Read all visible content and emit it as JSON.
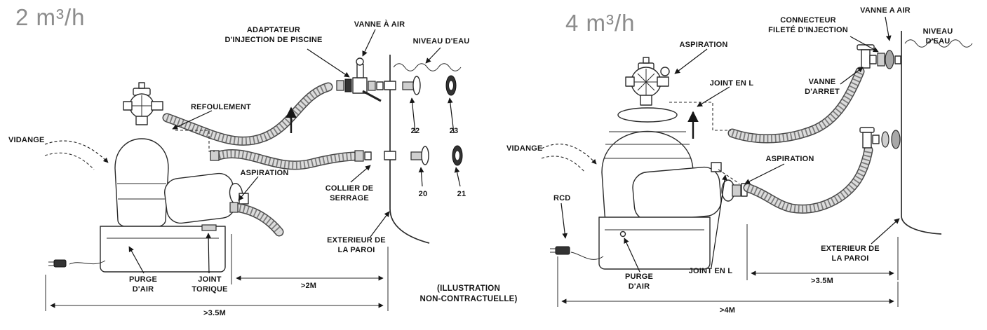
{
  "colors": {
    "ink": "#161616",
    "title_gray": "#8c8c8c",
    "hose_gray": "#dcdcdc",
    "background": "#ffffff"
  },
  "left_diagram": {
    "title": "2 m³/h",
    "labels": {
      "adaptateur": "ADAPTATEUR\nD'INJECTION DE PISCINE",
      "vanne_a_air": "VANNE À AIR",
      "niveau_eau": "NIVEAU D'EAU",
      "refoulement": "REFOULEMENT",
      "vidange": "VIDANGE",
      "aspiration": "ASPIRATION",
      "collier_de_serrage": "COLLIER DE\nSERRAGE",
      "part_22": "22",
      "part_23": "23",
      "part_20": "20",
      "part_21": "21",
      "exterieur_paroi": "EXTERIEUR DE\nLA PAROI",
      "purge_air": "PURGE\nD'AIR",
      "joint_torique": "JOINT\nTORIQUE",
      "dim_2m": ">2M",
      "dim_3_5m": ">3.5M",
      "illustration_note": "(ILLUSTRATION\nNON-CONTRACTUELLE)"
    }
  },
  "right_diagram": {
    "title": "4 m³/h",
    "labels": {
      "connecteur_filete": "CONNECTEUR\nFILETÉ D'INJECTION",
      "vanne_a_air": "VANNE A AIR",
      "niveau_eau": "NIVEAU D'EAU",
      "aspiration_haut": "ASPIRATION",
      "joint_en_l_haut": "JOINT EN L",
      "vanne_arret": "VANNE\nD'ARRET",
      "vidange": "VIDANGE",
      "aspiration_milieu": "ASPIRATION",
      "rcd": "RCD",
      "purge_air": "PURGE\nD'AIR",
      "joint_en_l_bas": "JOINT EN L",
      "exterieur_paroi": "EXTERIEUR DE\nLA PAROI",
      "dim_3_5m": ">3.5M",
      "dim_4m": ">4M"
    }
  }
}
